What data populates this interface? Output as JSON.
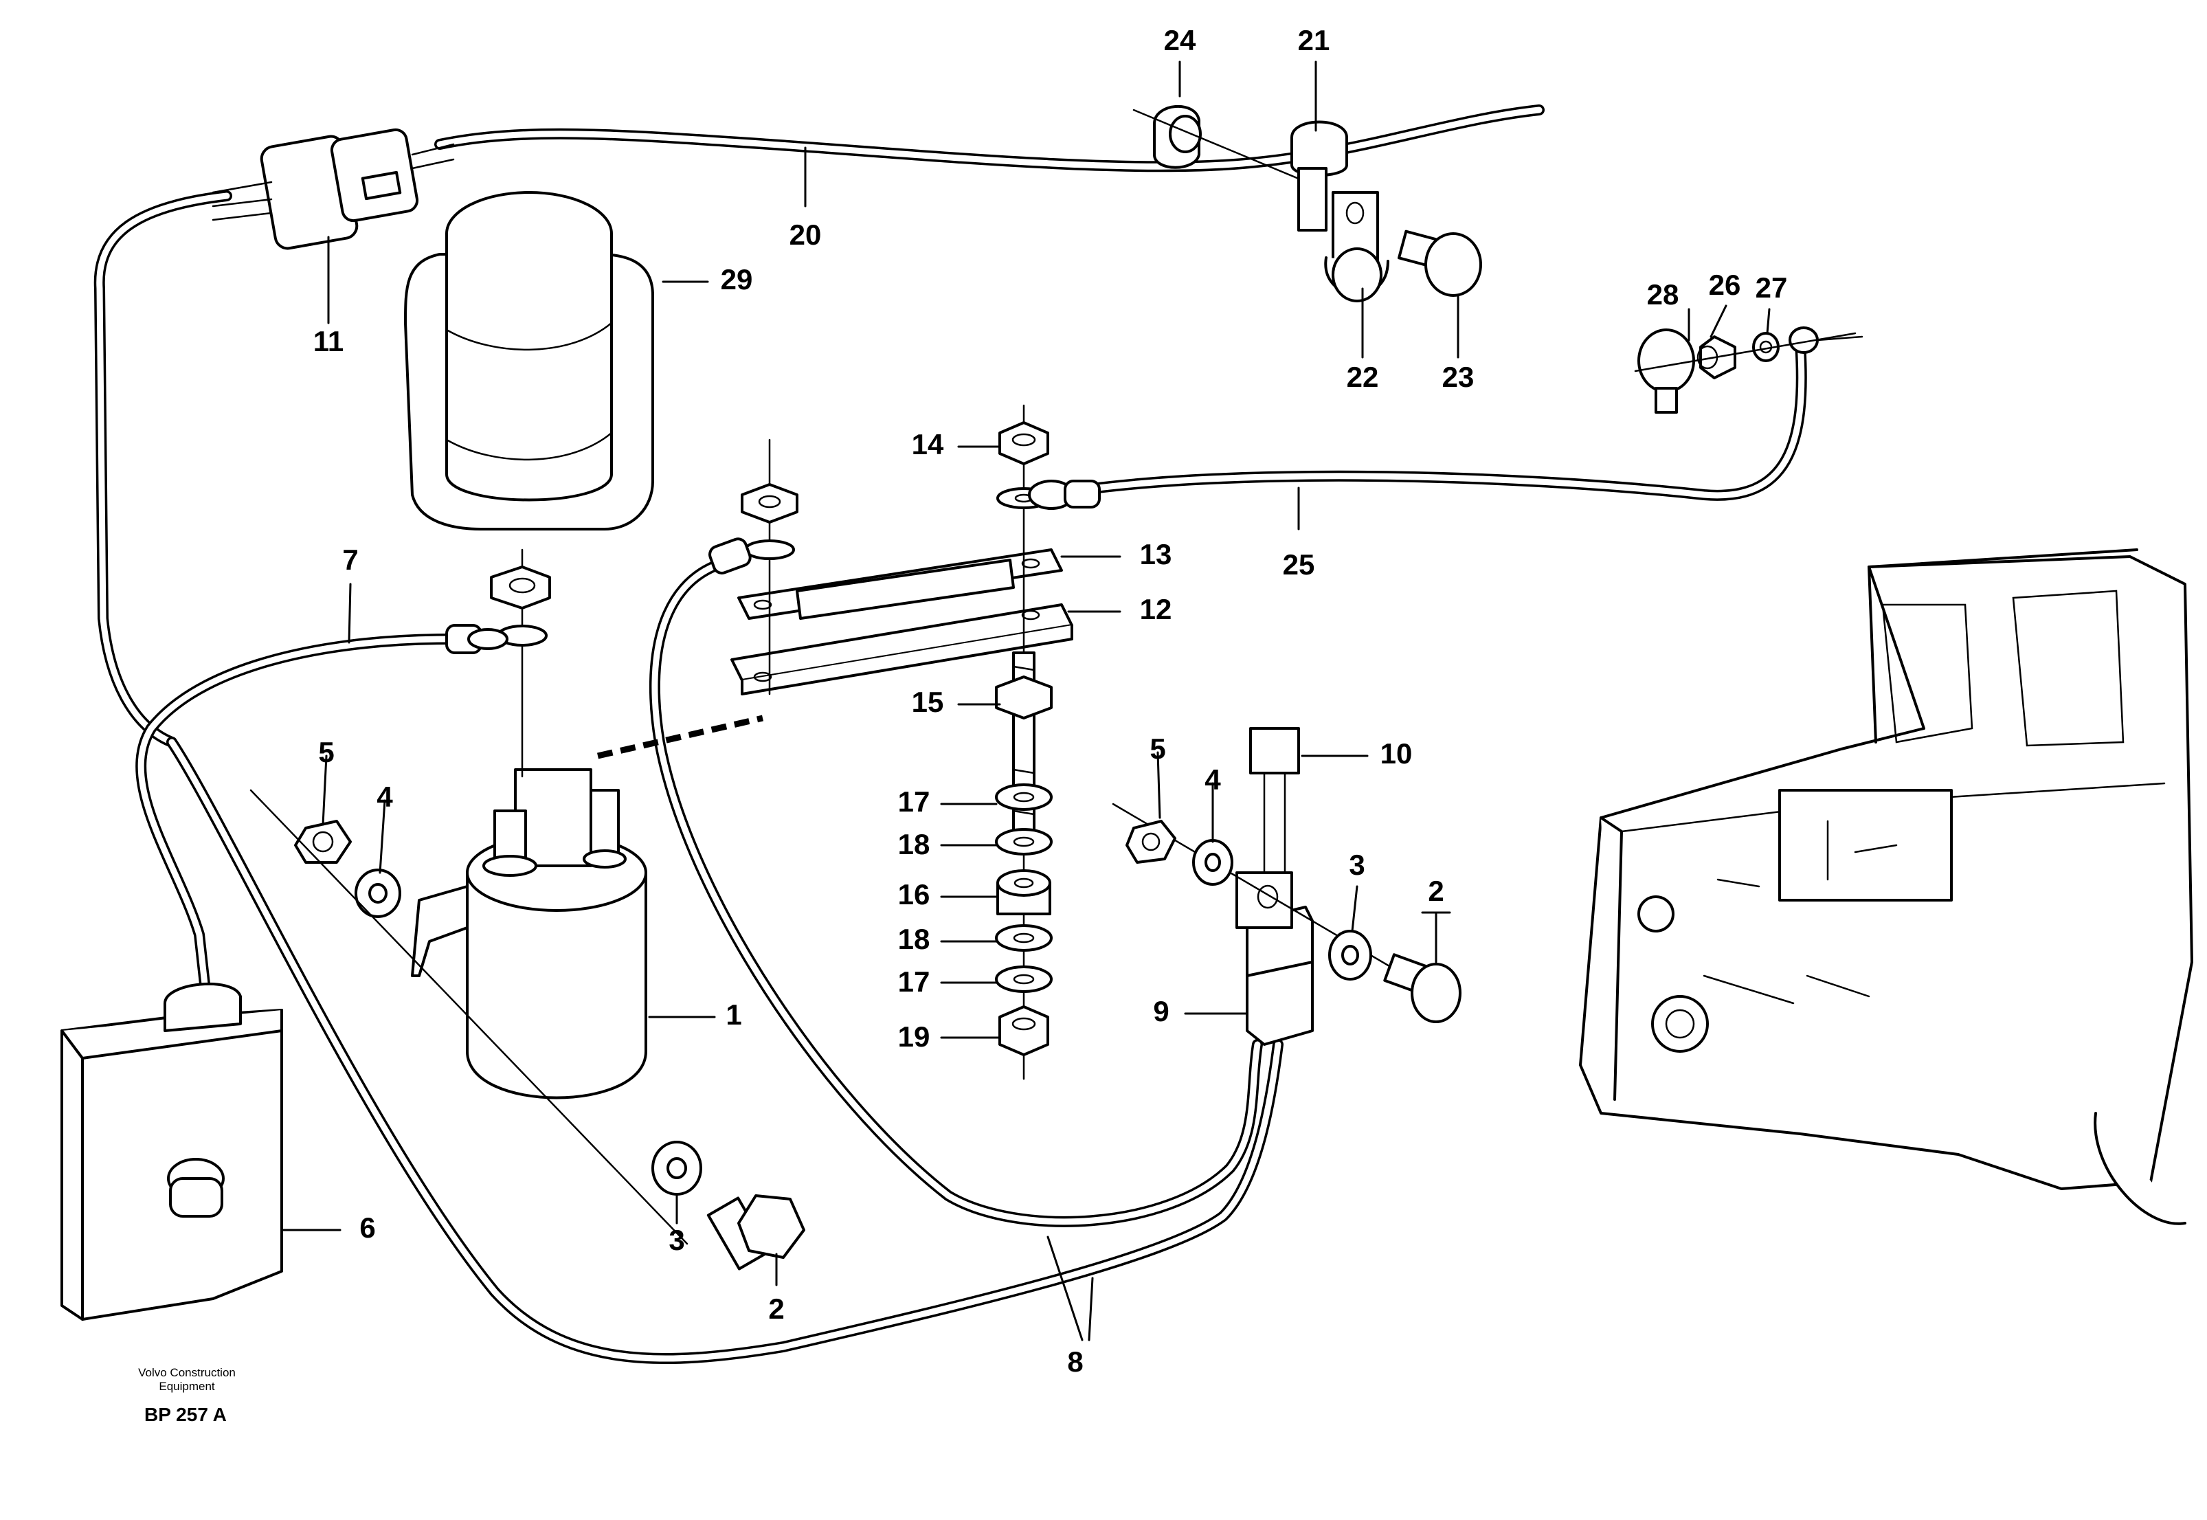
{
  "caption": {
    "line1": "Volvo Construction",
    "line2": "Equipment",
    "reference": "BP 257 A"
  },
  "callouts": {
    "c1": "1",
    "c2a": "2",
    "c2b": "2",
    "c3a": "3",
    "c3b": "3",
    "c4a": "4",
    "c4b": "4",
    "c5a": "5",
    "c5b": "5",
    "c6": "6",
    "c7": "7",
    "c8": "8",
    "c9": "9",
    "c10": "10",
    "c11": "11",
    "c12": "12",
    "c13": "13",
    "c14": "14",
    "c15": "15",
    "c16": "16",
    "c17a": "17",
    "c17b": "17",
    "c18a": "18",
    "c18b": "18",
    "c19": "19",
    "c20": "20",
    "c21": "21",
    "c22": "22",
    "c23": "23",
    "c24": "24",
    "c25": "25",
    "c26": "26",
    "c27": "27",
    "c28": "28",
    "c29": "29"
  }
}
